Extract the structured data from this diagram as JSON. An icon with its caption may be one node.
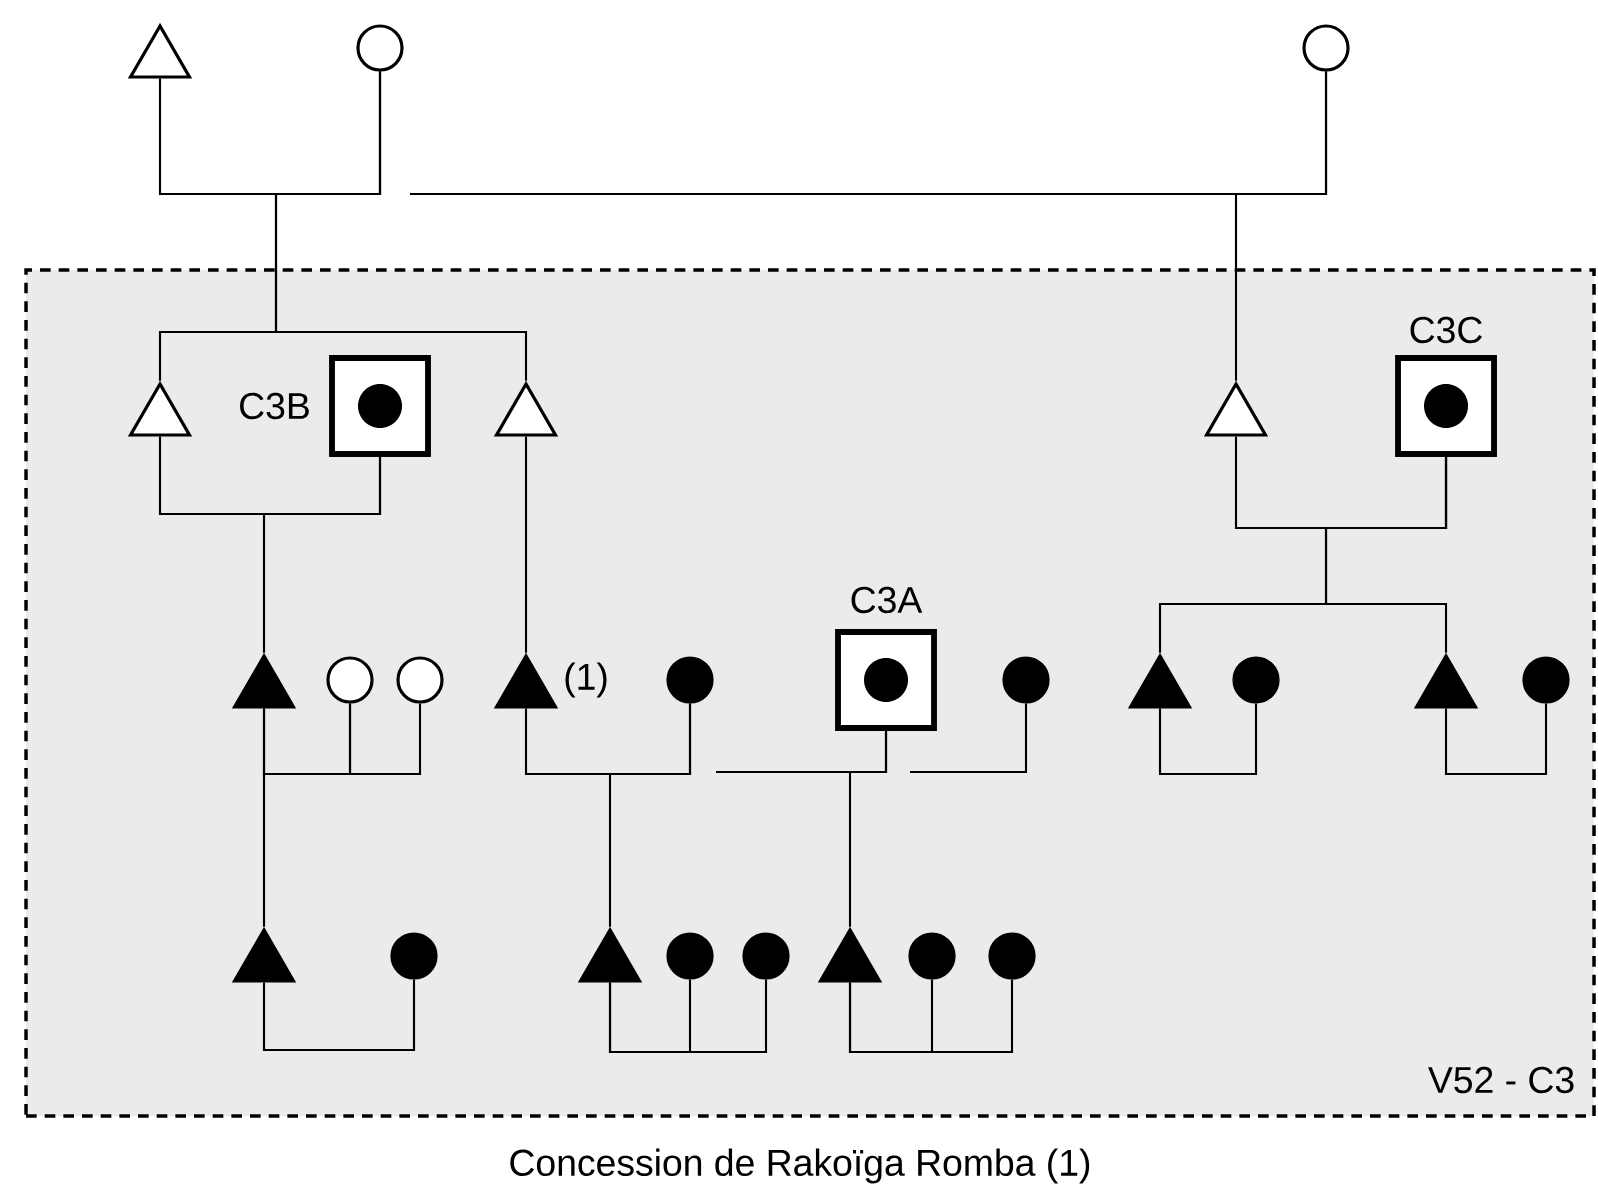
{
  "diagram": {
    "caption": "Concession de Rakoïga Romba (1)",
    "nodes": [
      {
        "text": [],
        "shape": "triangle"
      },
      {
        "text": [],
        "shape": "circle"
      },
      {
        "text": [],
        "shape": "circle"
      },
      {
        "text": [
          "V52 - C3"
        ]
      },
      {
        "text": [],
        "shape": "triangle",
        "in": 3
      },
      {
        "text": [],
        "shape": "box",
        "beside": [
          "C3B"
        ],
        "in": 3
      },
      {
        "text": [],
        "shape": "triangle",
        "in": 3
      },
      {
        "text": [],
        "shape": "triangle",
        "in": 3
      },
      {
        "text": [],
        "shape": "box",
        "beside": [
          "C3C"
        ],
        "in": 3
      },
      {
        "text": [],
        "shape": "filled-triangle",
        "in": 3
      },
      {
        "text": [],
        "shape": "circle",
        "in": 3
      },
      {
        "text": [],
        "shape": "circle",
        "in": 3
      },
      {
        "text": [],
        "shape": "filled-triangle",
        "beside": [
          "(1)"
        ],
        "in": 3
      },
      {
        "text": [],
        "shape": "dot",
        "in": 3
      },
      {
        "text": [],
        "shape": "box",
        "beside": [
          "C3A"
        ],
        "in": 3
      },
      {
        "text": [],
        "shape": "dot",
        "in": 3
      },
      {
        "text": [],
        "shape": "filled-triangle",
        "in": 3
      },
      {
        "text": [],
        "shape": "dot",
        "in": 3
      },
      {
        "text": [],
        "shape": "filled-triangle",
        "in": 3
      },
      {
        "text": [],
        "shape": "dot",
        "in": 3
      },
      {
        "text": [],
        "shape": "filled-triangle",
        "in": 3
      },
      {
        "text": [],
        "shape": "dot",
        "in": 3
      },
      {
        "text": [],
        "shape": "filled-triangle",
        "in": 3
      },
      {
        "text": [],
        "shape": "dot",
        "in": 3
      },
      {
        "text": [],
        "shape": "dot",
        "in": 3
      },
      {
        "text": [],
        "shape": "filled-triangle",
        "in": 3
      },
      {
        "text": [],
        "shape": "dot",
        "in": 3
      },
      {
        "text": [],
        "shape": "dot",
        "in": 3
      }
    ],
    "edges": [
      {
        "from": 0,
        "to": 1,
        "arrow": "none"
      },
      {
        "from": 2,
        "to": null,
        "arrow": "none"
      },
      {
        "from": 4,
        "to": 5,
        "arrow": "none"
      },
      {
        "from": 7,
        "to": 8,
        "arrow": "none"
      },
      {
        "from": 9,
        "to": 10,
        "arrow": "none"
      },
      {
        "from": 9,
        "to": 11,
        "arrow": "none"
      },
      {
        "from": 12,
        "to": 13,
        "arrow": "none"
      },
      {
        "from": 14,
        "to": null,
        "arrow": "none"
      },
      {
        "from": 15,
        "to": null,
        "arrow": "none"
      },
      {
        "from": 16,
        "to": 17,
        "arrow": "none"
      },
      {
        "from": 18,
        "to": 19,
        "arrow": "none"
      },
      {
        "from": 20,
        "to": 21,
        "arrow": "none"
      },
      {
        "from": 22,
        "to": 23,
        "arrow": "none"
      },
      {
        "from": 22,
        "to": 24,
        "arrow": "none"
      },
      {
        "from": 25,
        "to": 26,
        "arrow": "none"
      },
      {
        "from": 25,
        "to": 27,
        "arrow": "none"
      },
      {
        "from": 1,
        "to": 4,
        "arrow": "none"
      },
      {
        "from": 1,
        "to": 6,
        "arrow": "none"
      },
      {
        "from": 2,
        "to": 7,
        "arrow": "none"
      },
      {
        "from": 5,
        "to": 9,
        "arrow": "none"
      },
      {
        "from": 6,
        "to": 12,
        "arrow": "none"
      },
      {
        "from": 8,
        "to": 16,
        "arrow": "none"
      },
      {
        "from": 8,
        "to": 18,
        "arrow": "none"
      },
      {
        "from": 10,
        "to": 20,
        "arrow": "none"
      },
      {
        "from": 13,
        "to": 22,
        "arrow": "none"
      },
      {
        "from": 14,
        "to": 25,
        "arrow": "none"
      }
    ]
  }
}
